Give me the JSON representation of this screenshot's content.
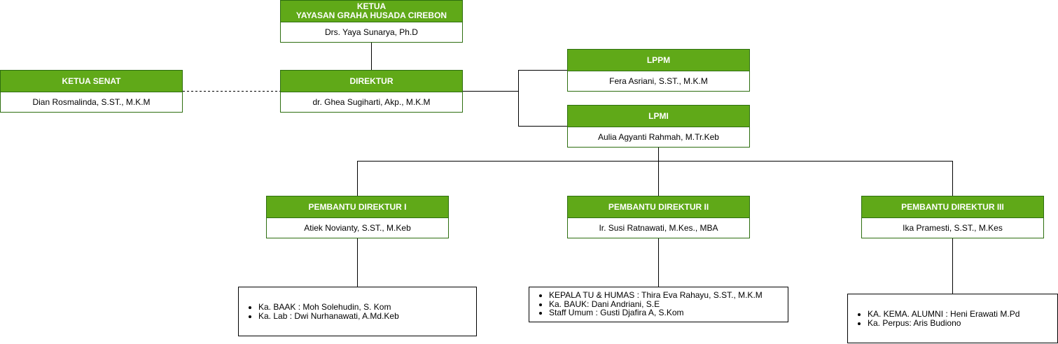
{
  "chart_data": {
    "type": "org-chart",
    "nodes": [
      {
        "id": "ketua",
        "title_lines": [
          "KETUA",
          "YAYASAN GRAHA HUSADA CIREBON"
        ],
        "name": "Drs. Yaya Sunarya, Ph.D"
      },
      {
        "id": "senat",
        "title_lines": [
          "KETUA SENAT"
        ],
        "name": "Dian Rosmalinda, S.ST., M.K.M"
      },
      {
        "id": "direktur",
        "title_lines": [
          "DIREKTUR"
        ],
        "name": "dr. Ghea Sugiharti, Akp., M.K.M"
      },
      {
        "id": "lppm",
        "title_lines": [
          "LPPM"
        ],
        "name": "Fera Asriani, S.ST., M.K.M"
      },
      {
        "id": "lpmi",
        "title_lines": [
          "LPMI"
        ],
        "name": "Aulia Agyanti Rahmah, M.Tr.Keb"
      },
      {
        "id": "pd1",
        "title_lines": [
          "PEMBANTU DIREKTUR I"
        ],
        "name": "Atiek Novianty, S.ST., M.Keb"
      },
      {
        "id": "pd2",
        "title_lines": [
          "PEMBANTU DIREKTUR II"
        ],
        "name": "Ir. Susi Ratnawati, M.Kes., MBA"
      },
      {
        "id": "pd3",
        "title_lines": [
          "PEMBANTU DIREKTUR III"
        ],
        "name": "Ika Pramesti, S.ST., M.Kes"
      }
    ],
    "lists": [
      {
        "id": "list1",
        "items": [
          "Ka. BAAK : Moh Solehudin, S. Kom",
          "Ka. Lab : Dwi Nurhanawati, A.Md.Keb"
        ]
      },
      {
        "id": "list2",
        "items": [
          "KEPALA TU & HUMAS : Thira Eva Rahayu, S.ST., M.K.M",
          "Ka. BAUK: Dani Andriani, S.E",
          "Staff Umum : Gusti Djafira A, S.Kom"
        ]
      },
      {
        "id": "list3",
        "items": [
          "KA. KEMA. ALUMNI : Heni Erawati M.Pd",
          "Ka. Perpus: Aris Budiono"
        ]
      }
    ],
    "edges": [
      {
        "from": "ketua",
        "to": "direktur",
        "style": "solid"
      },
      {
        "from": "senat",
        "to": "direktur",
        "style": "dashed"
      },
      {
        "from": "direktur",
        "to": "lppm",
        "style": "solid"
      },
      {
        "from": "direktur",
        "to": "lpmi",
        "style": "solid"
      },
      {
        "from": "lpmi",
        "to": "pd1",
        "style": "solid"
      },
      {
        "from": "lpmi",
        "to": "pd2",
        "style": "solid"
      },
      {
        "from": "lpmi",
        "to": "pd3",
        "style": "solid"
      },
      {
        "from": "pd1",
        "to": "list1",
        "style": "solid"
      },
      {
        "from": "pd2",
        "to": "list2",
        "style": "solid"
      },
      {
        "from": "pd3",
        "to": "list3",
        "style": "solid"
      }
    ],
    "colors": {
      "header_fill": "#60a918",
      "header_text": "#ffffff",
      "border": "#2d6e0f",
      "line": "#000000"
    }
  }
}
